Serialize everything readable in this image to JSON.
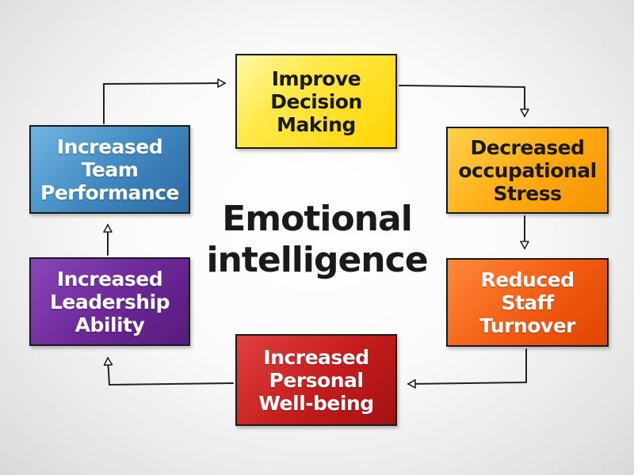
{
  "center": {
    "line1": "Emotional",
    "line2": "intelligence"
  },
  "boxes": {
    "improve": {
      "lines": [
        "Improve",
        "Decision",
        "Making"
      ],
      "color": "#ffe94a"
    },
    "stress": {
      "lines": [
        "Decreased",
        "occupational",
        "Stress"
      ],
      "color": "#ffac14"
    },
    "turnover": {
      "lines": [
        "Reduced",
        "Staff",
        "Turnover"
      ],
      "color": "#f25a12"
    },
    "wellbeing": {
      "lines": [
        "Increased",
        "Personal",
        "Well-being"
      ],
      "color": "#c41c1c"
    },
    "leadership": {
      "lines": [
        "Increased",
        "Leadership",
        "Ability"
      ],
      "color": "#6b2796"
    },
    "team": {
      "lines": [
        "Increased",
        "Team",
        "Performance"
      ],
      "color": "#3f86bf"
    }
  },
  "connectors": {
    "color": "#222222",
    "flow": [
      "team",
      "improve",
      "stress",
      "turnover",
      "wellbeing",
      "leadership",
      "team"
    ]
  }
}
